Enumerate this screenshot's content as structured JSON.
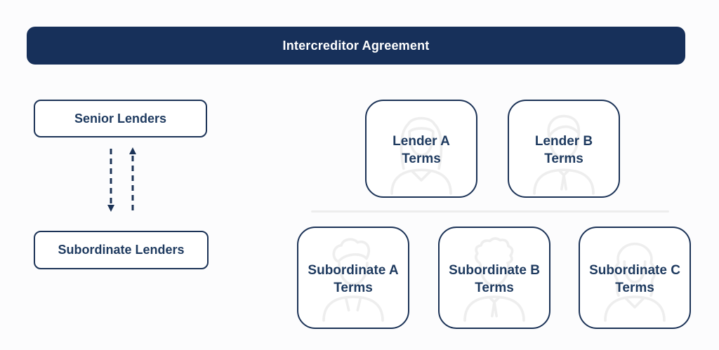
{
  "header": {
    "title": "Intercreditor Agreement"
  },
  "left_flow": {
    "senior_label": "Senior Lenders",
    "subordinate_label": "Subordinate Lenders",
    "arrows": "dashed-bidirectional-vertical"
  },
  "terms_boxes": {
    "lender_row": [
      {
        "line1": "Lender A",
        "line2": "Terms",
        "icon": "woman-long-hair-persona-icon"
      },
      {
        "line1": "Lender B",
        "line2": "Terms",
        "icon": "short-hair-persona-icon"
      }
    ],
    "subordinate_row": [
      {
        "line1": "Subordinate A",
        "line2": "Terms",
        "icon": "man-wavy-hair-persona-icon"
      },
      {
        "line1": "Subordinate B",
        "line2": "Terms",
        "icon": "man-curly-hair-persona-icon"
      },
      {
        "line1": "Subordinate C",
        "line2": "Terms",
        "icon": "woman-curly-hair-persona-icon"
      }
    ]
  },
  "colors": {
    "navy": "#17305a",
    "border": "#1c3357",
    "text": "#1e3a5f",
    "white": "#ffffff",
    "background": "#fcfcfd",
    "icon_faint": "#eeeeee",
    "divider": "#ededed"
  }
}
